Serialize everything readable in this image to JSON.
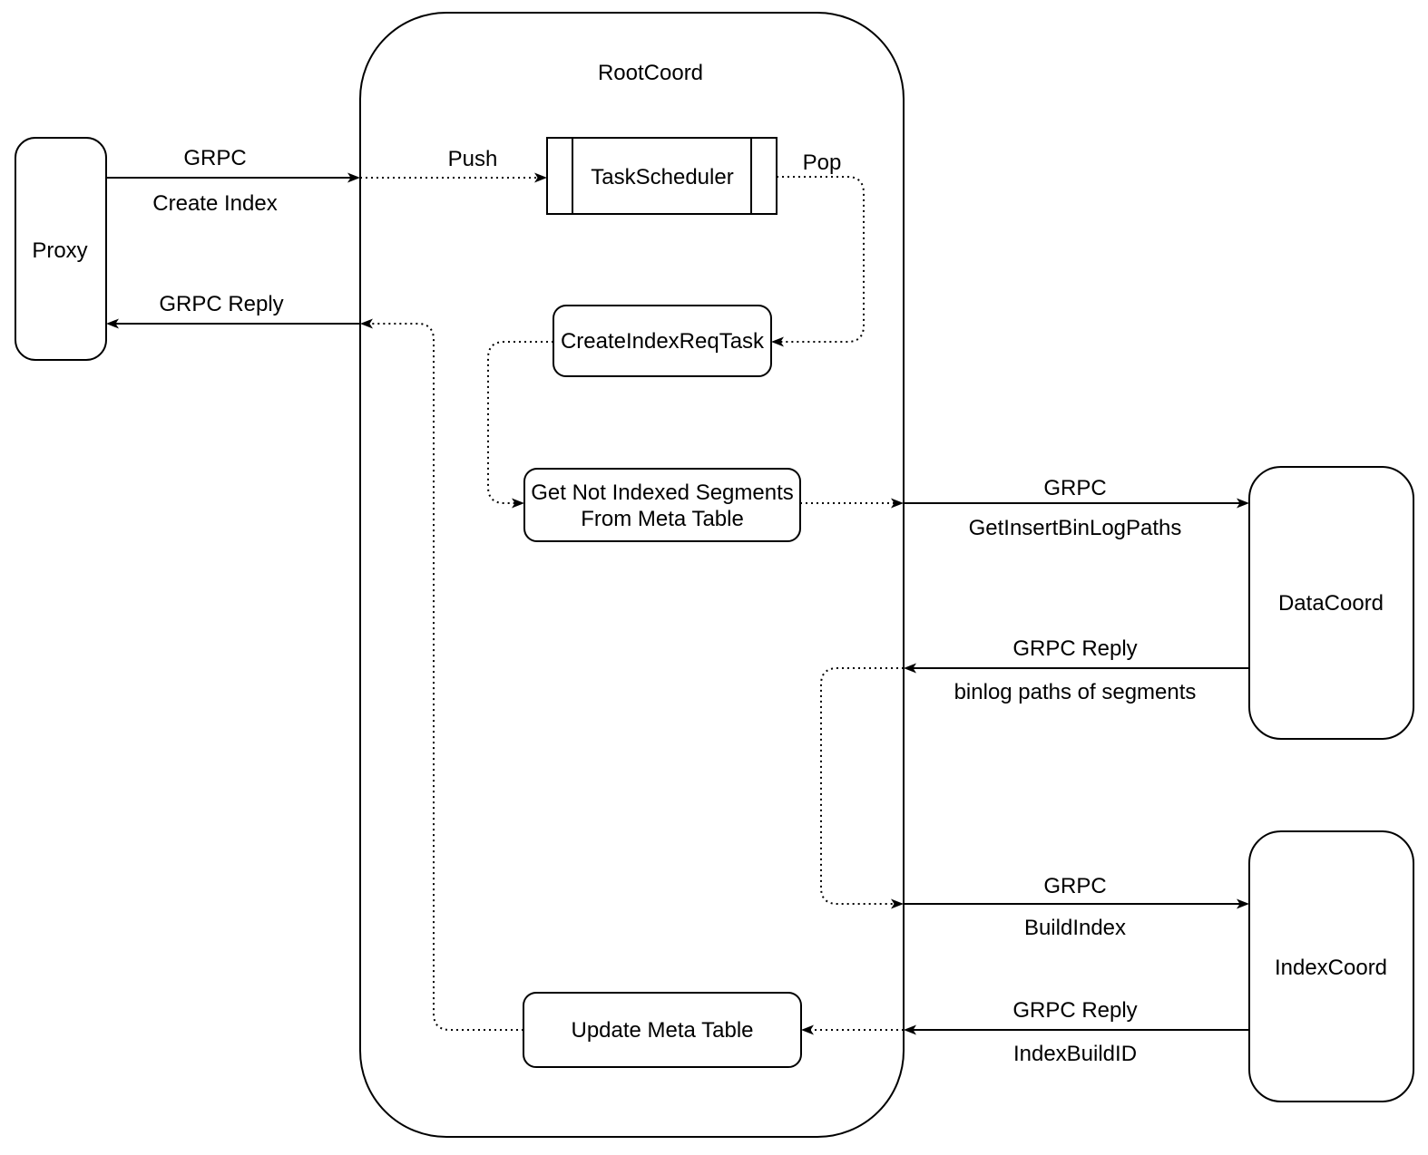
{
  "diagram": {
    "nodes": {
      "proxy": {
        "label": "Proxy"
      },
      "root_coord": {
        "label": "RootCoord"
      },
      "task_scheduler": {
        "label": "TaskScheduler"
      },
      "create_index_req_task": {
        "label": "CreateIndexReqTask"
      },
      "get_not_indexed_segments": {
        "label_line1": "Get Not Indexed Segments",
        "label_line2": "From Meta Table"
      },
      "update_meta_table": {
        "label": "Update Meta Table"
      },
      "data_coord": {
        "label": "DataCoord"
      },
      "index_coord": {
        "label": "IndexCoord"
      }
    },
    "edges": {
      "grpc_create_index": {
        "protocol": "GRPC",
        "message": "Create Index"
      },
      "push": {
        "label": "Push"
      },
      "pop": {
        "label": "Pop"
      },
      "grpc_get_insert_binlog_paths": {
        "protocol": "GRPC",
        "message": "GetInsertBinLogPaths"
      },
      "grpc_reply_binlog_paths": {
        "protocol": "GRPC Reply",
        "message": "binlog paths of segments"
      },
      "grpc_build_index": {
        "protocol": "GRPC",
        "message": "BuildIndex"
      },
      "grpc_reply_index_build_id": {
        "protocol": "GRPC Reply",
        "message": "IndexBuildID"
      },
      "grpc_reply_to_proxy": {
        "label": "GRPC Reply"
      }
    },
    "colors": {
      "stroke": "#000000",
      "text": "#000000",
      "background": "#ffffff"
    }
  }
}
